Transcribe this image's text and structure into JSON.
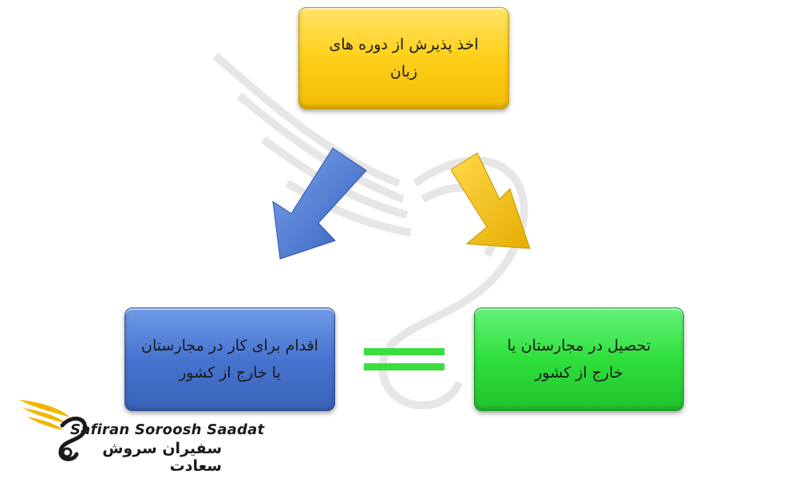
{
  "diagram": {
    "top_box": {
      "text": "اخذ پذیرش از دوره های\nزبان",
      "color": "#ffd21f"
    },
    "left_box": {
      "text": "اقدام برای کار در مجارستان\nیا خارج از کشور",
      "color": "#4674d0"
    },
    "right_box": {
      "text": "تحصیل در مجارستان یا\nخارج از کشور",
      "color": "#2fe03c"
    },
    "left_arrow": {
      "icon": "arrow-down-left",
      "color": "#4a78d2"
    },
    "right_arrow": {
      "icon": "arrow-down-right",
      "color": "#f5c000"
    },
    "equals_sign": {
      "icon": "equals-sign",
      "color": "#3bde40"
    }
  },
  "logo": {
    "name_en": "Safiran Soroosh Saadat",
    "name_fa": "سفیران سروش سعادت",
    "icon": "wing-swirl-logo",
    "accent": "#f2b600"
  }
}
